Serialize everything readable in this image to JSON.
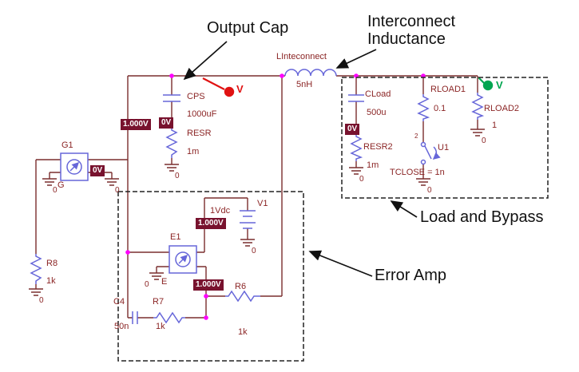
{
  "annotations": {
    "output_cap": "Output Cap",
    "interconnect_line1": "Interconnect",
    "interconnect_line2": "Inductance",
    "load_and_bypass": "Load and Bypass",
    "error_amp": "Error Amp"
  },
  "components": {
    "linteconnect": {
      "ref": "LInteconnect",
      "value": "5nH"
    },
    "cps": {
      "ref": "CPS",
      "value": "1000uF"
    },
    "resr": {
      "ref": "RESR",
      "value": "1m"
    },
    "g1": {
      "ref": "G1",
      "type": "G"
    },
    "r8": {
      "ref": "R8",
      "value": "1k"
    },
    "e1": {
      "ref": "E1",
      "type": "E"
    },
    "v1": {
      "ref": "V1",
      "value": "1Vdc"
    },
    "c4": {
      "ref": "C4",
      "value": "50n"
    },
    "r7": {
      "ref": "R7",
      "value": "1k"
    },
    "r6": {
      "ref": "R6",
      "value": "1k"
    },
    "cload": {
      "ref": "CLoad",
      "value": "500u"
    },
    "resr2": {
      "ref": "RESR2",
      "value": "1m"
    },
    "rload1": {
      "ref": "RLOAD1",
      "value": "0.1"
    },
    "rload2": {
      "ref": "RLOAD2",
      "value": "1"
    },
    "u1": {
      "ref": "U1",
      "param": "TCLOSE = 1n",
      "pin": "2"
    }
  },
  "bias_labels": {
    "rail": "1.000V",
    "cps_mid": "0V",
    "g1_node": "0V",
    "cload_mid": "0V",
    "v1_node": "1.000V",
    "e1_out": "1.000V"
  },
  "probes": {
    "output": "V",
    "load": "V"
  },
  "ground_label": "0",
  "colors": {
    "wire": "#7a2e2e",
    "part": "#6666d9",
    "label": "#8b2525",
    "bias_bg": "#78122e",
    "junction": "#ff00ff",
    "probe_red": "#e01212",
    "probe_green": "#00a550"
  }
}
